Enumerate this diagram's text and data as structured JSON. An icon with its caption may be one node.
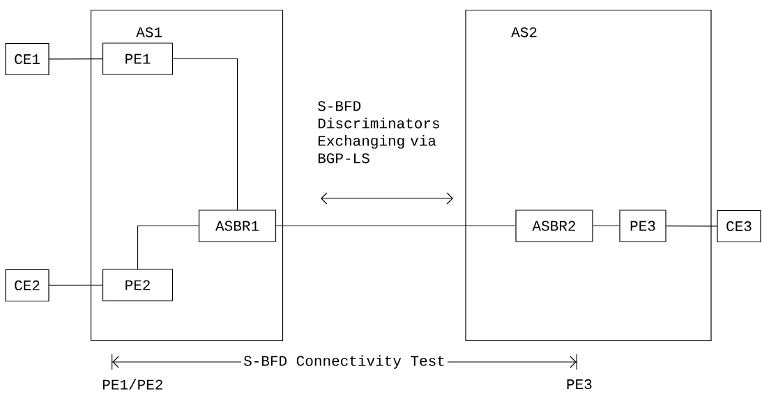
{
  "diagram": {
    "nodes": [
      {
        "text": [
          "AS1"
        ]
      },
      {
        "text": [
          "CE1"
        ]
      },
      {
        "text": [
          "PE1"
        ],
        "in": 0
      },
      {
        "text": [
          "CE2"
        ]
      },
      {
        "text": [
          "PE2"
        ],
        "in": 0
      },
      {
        "text": [
          "ASBR1"
        ],
        "in": 0
      },
      {
        "text": [
          "AS2"
        ]
      },
      {
        "text": [
          "ASBR2"
        ],
        "in": 6
      },
      {
        "text": [
          "PE3"
        ],
        "in": 6
      },
      {
        "text": [
          "CE3"
        ]
      }
    ],
    "edges": [
      {
        "from": 1,
        "to": 2,
        "arrow": "none"
      },
      {
        "from": 3,
        "to": 4,
        "arrow": "none"
      },
      {
        "from": 2,
        "to": 5,
        "arrow": "none"
      },
      {
        "from": 4,
        "to": 5,
        "arrow": "none"
      },
      {
        "from": 5,
        "to": 7,
        "arrow": "none"
      },
      {
        "from": 7,
        "to": 8,
        "arrow": "none"
      },
      {
        "from": 8,
        "to": 9,
        "arrow": "none"
      }
    ],
    "labels": [
      "S-BFD Discriminators Exchanging via BGP-LS",
      "S-BFD Connectivity Test",
      "PE1/PE2",
      "PE3"
    ]
  }
}
